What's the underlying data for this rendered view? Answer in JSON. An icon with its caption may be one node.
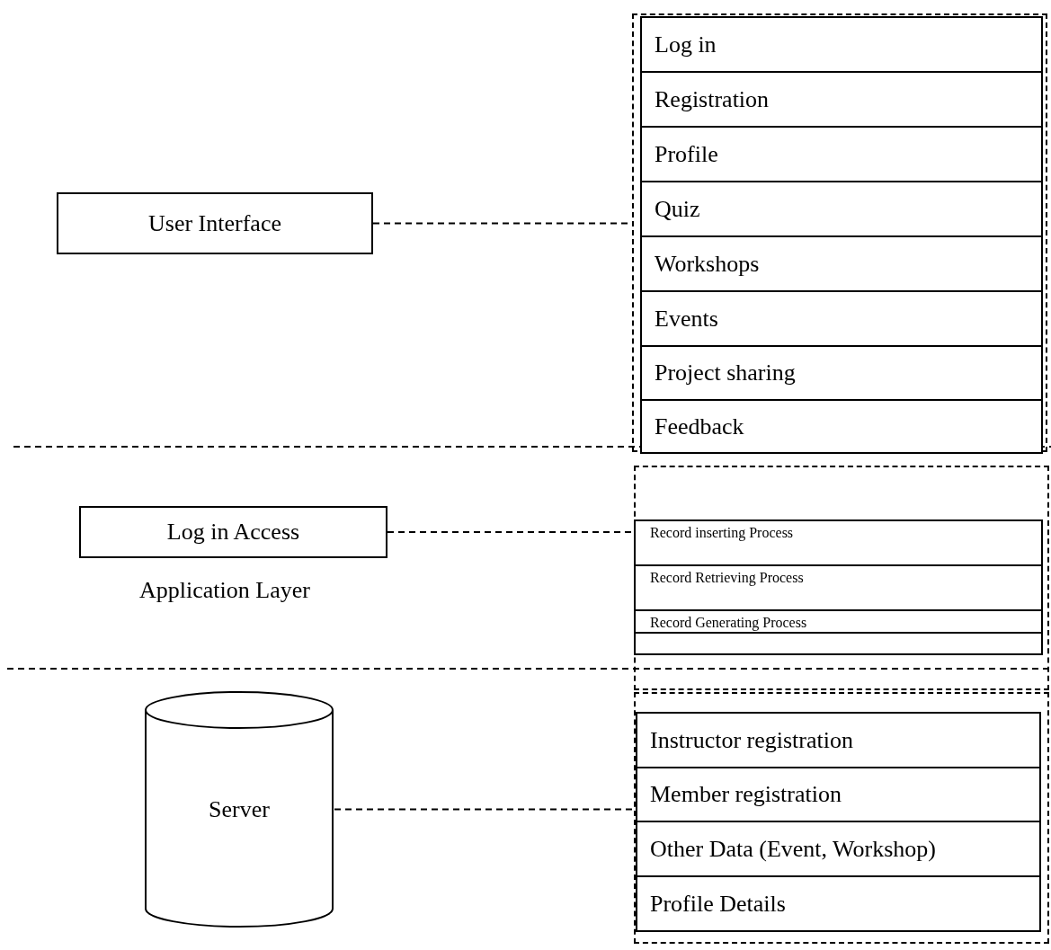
{
  "diagram": {
    "nodes": [
      {
        "text": [
          "User Interface"
        ]
      },
      {
        "text": [],
        "shape": "box"
      },
      {
        "text": [
          "Log in"
        ],
        "in": 1
      },
      {
        "text": [
          "Registration"
        ],
        "in": 1
      },
      {
        "text": [
          "Profile"
        ],
        "in": 1
      },
      {
        "text": [
          "Quiz"
        ],
        "in": 1
      },
      {
        "text": [
          "Workshops"
        ],
        "in": 1
      },
      {
        "text": [
          "Events"
        ],
        "in": 1
      },
      {
        "text": [
          "Project sharing"
        ],
        "in": 1
      },
      {
        "text": [
          "Feedback"
        ],
        "in": 1
      },
      {
        "text": [
          "Log in Access"
        ]
      },
      {
        "text": [],
        "shape": "box"
      },
      {
        "text": [
          "Record inserting Process"
        ],
        "in": 11
      },
      {
        "text": [
          "Record Retrieving Process"
        ],
        "in": 11
      },
      {
        "text": [
          "Record Generating Process"
        ],
        "in": 11
      },
      {
        "text": [],
        "shape": "box",
        "in": 11
      },
      {
        "text": [
          "Server"
        ]
      },
      {
        "text": [],
        "shape": "box"
      },
      {
        "text": [
          "Instructor registration"
        ],
        "in": 17
      },
      {
        "text": [
          "Member registration"
        ],
        "in": 17
      },
      {
        "text": [
          "Other Data (Event, Workshop)"
        ],
        "in": 17
      },
      {
        "text": [
          "Profile Details"
        ],
        "in": 17
      }
    ],
    "edges": [
      {
        "from": 0,
        "to": 1,
        "arrow": "none",
        "style": "dashed"
      },
      {
        "from": 10,
        "to": 11,
        "arrow": "none",
        "style": "dashed"
      },
      {
        "from": 16,
        "to": 17,
        "arrow": "none",
        "style": "dashed"
      }
    ],
    "labels": [
      "Application Layer"
    ]
  }
}
